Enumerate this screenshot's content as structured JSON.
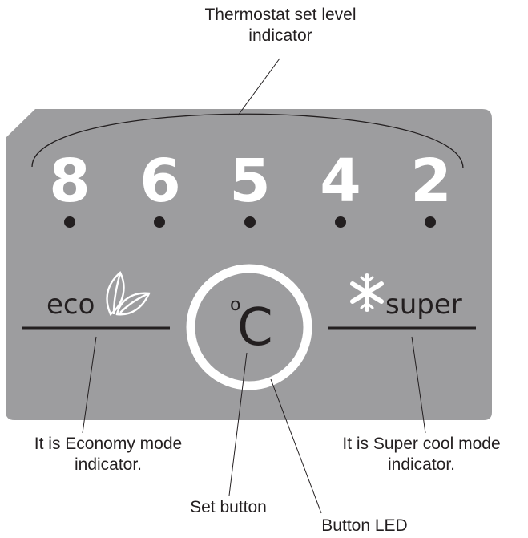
{
  "callouts": {
    "thermostat_line1": "Thermostat set level",
    "thermostat_line2": "indicator",
    "eco_line1": "It is Economy mode",
    "eco_line2": "indicator.",
    "super_line1": "It is Super cool mode",
    "super_line2": "indicator.",
    "set_button": "Set button",
    "button_led": "Button LED"
  },
  "levels": [
    "8",
    "6",
    "5",
    "4",
    "2"
  ],
  "modes": {
    "eco": "eco",
    "super": "super"
  },
  "button": {
    "degree": "o",
    "unit": "C"
  },
  "colors": {
    "panel": "#9d9d9f",
    "ink": "#231f20",
    "digits": "#ffffff"
  },
  "icons": {
    "eco": "leaf-icon",
    "super": "snowflake-icon"
  }
}
